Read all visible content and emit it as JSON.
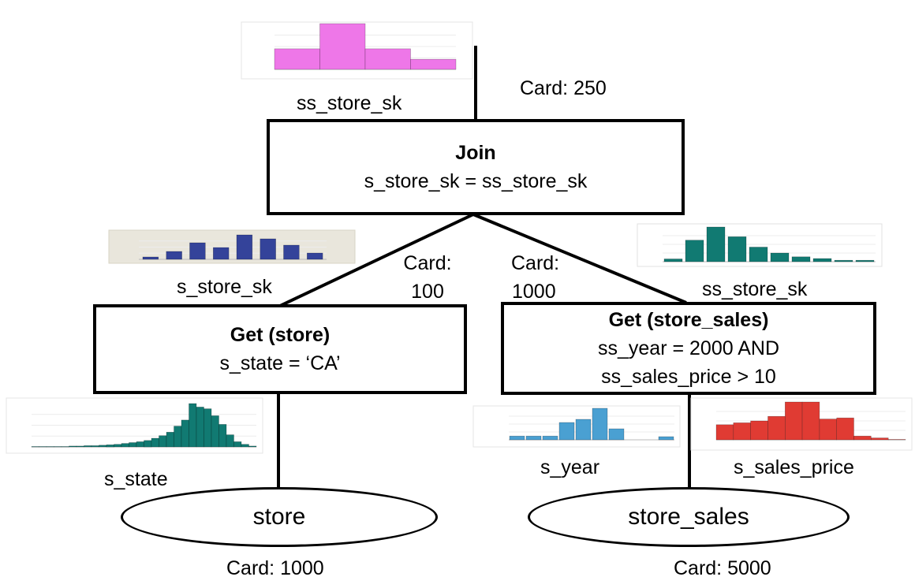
{
  "join": {
    "title": "Join",
    "condition": "s_store_sk = ss_store_sk",
    "card_label": "Card: 250",
    "histogram": {
      "attribute": "ss_store_sk",
      "color": "#ee77e8",
      "values": [
        45,
        100,
        45,
        22
      ]
    }
  },
  "get_store": {
    "title": "Get (store)",
    "condition": "s_state = ‘CA’",
    "card_label_1": "Card:",
    "card_label_2": "100",
    "histogram": {
      "attribute": "s_store_sk",
      "color": "#34439a",
      "values": [
        6,
        20,
        42,
        30,
        62,
        52,
        36,
        16
      ]
    }
  },
  "get_store_sales": {
    "title": "Get (store_sales)",
    "condition_1": "ss_year = 2000 AND",
    "condition_2": "ss_sales_price > 10",
    "card_label_1": "Card:",
    "card_label_2": "1000",
    "histogram": {
      "attribute": "ss_store_sk",
      "color": "#117a72",
      "values": [
        8,
        62,
        100,
        72,
        42,
        25,
        14,
        9,
        4,
        4
      ]
    }
  },
  "table_store": {
    "name": "store",
    "card_label": "Card: 1000",
    "histogram": {
      "attribute": "s_state",
      "color": "#117a72",
      "values": [
        1,
        1,
        1,
        1,
        1,
        2,
        2,
        3,
        3,
        4,
        5,
        6,
        8,
        10,
        12,
        15,
        20,
        26,
        34,
        48,
        62,
        100,
        92,
        88,
        72,
        52,
        28,
        12,
        6,
        2
      ]
    }
  },
  "table_store_sales": {
    "name": "store_sales",
    "card_label": "Card: 5000",
    "histograms": [
      {
        "attribute": "s_year",
        "color": "#4aa0d2",
        "values": [
          12,
          12,
          12,
          55,
          65,
          100,
          35,
          0,
          0,
          10
        ]
      },
      {
        "attribute": "s_sales_price",
        "color": "#e03b33",
        "values": [
          40,
          45,
          50,
          62,
          100,
          100,
          55,
          58,
          10,
          5,
          1
        ]
      }
    ]
  }
}
